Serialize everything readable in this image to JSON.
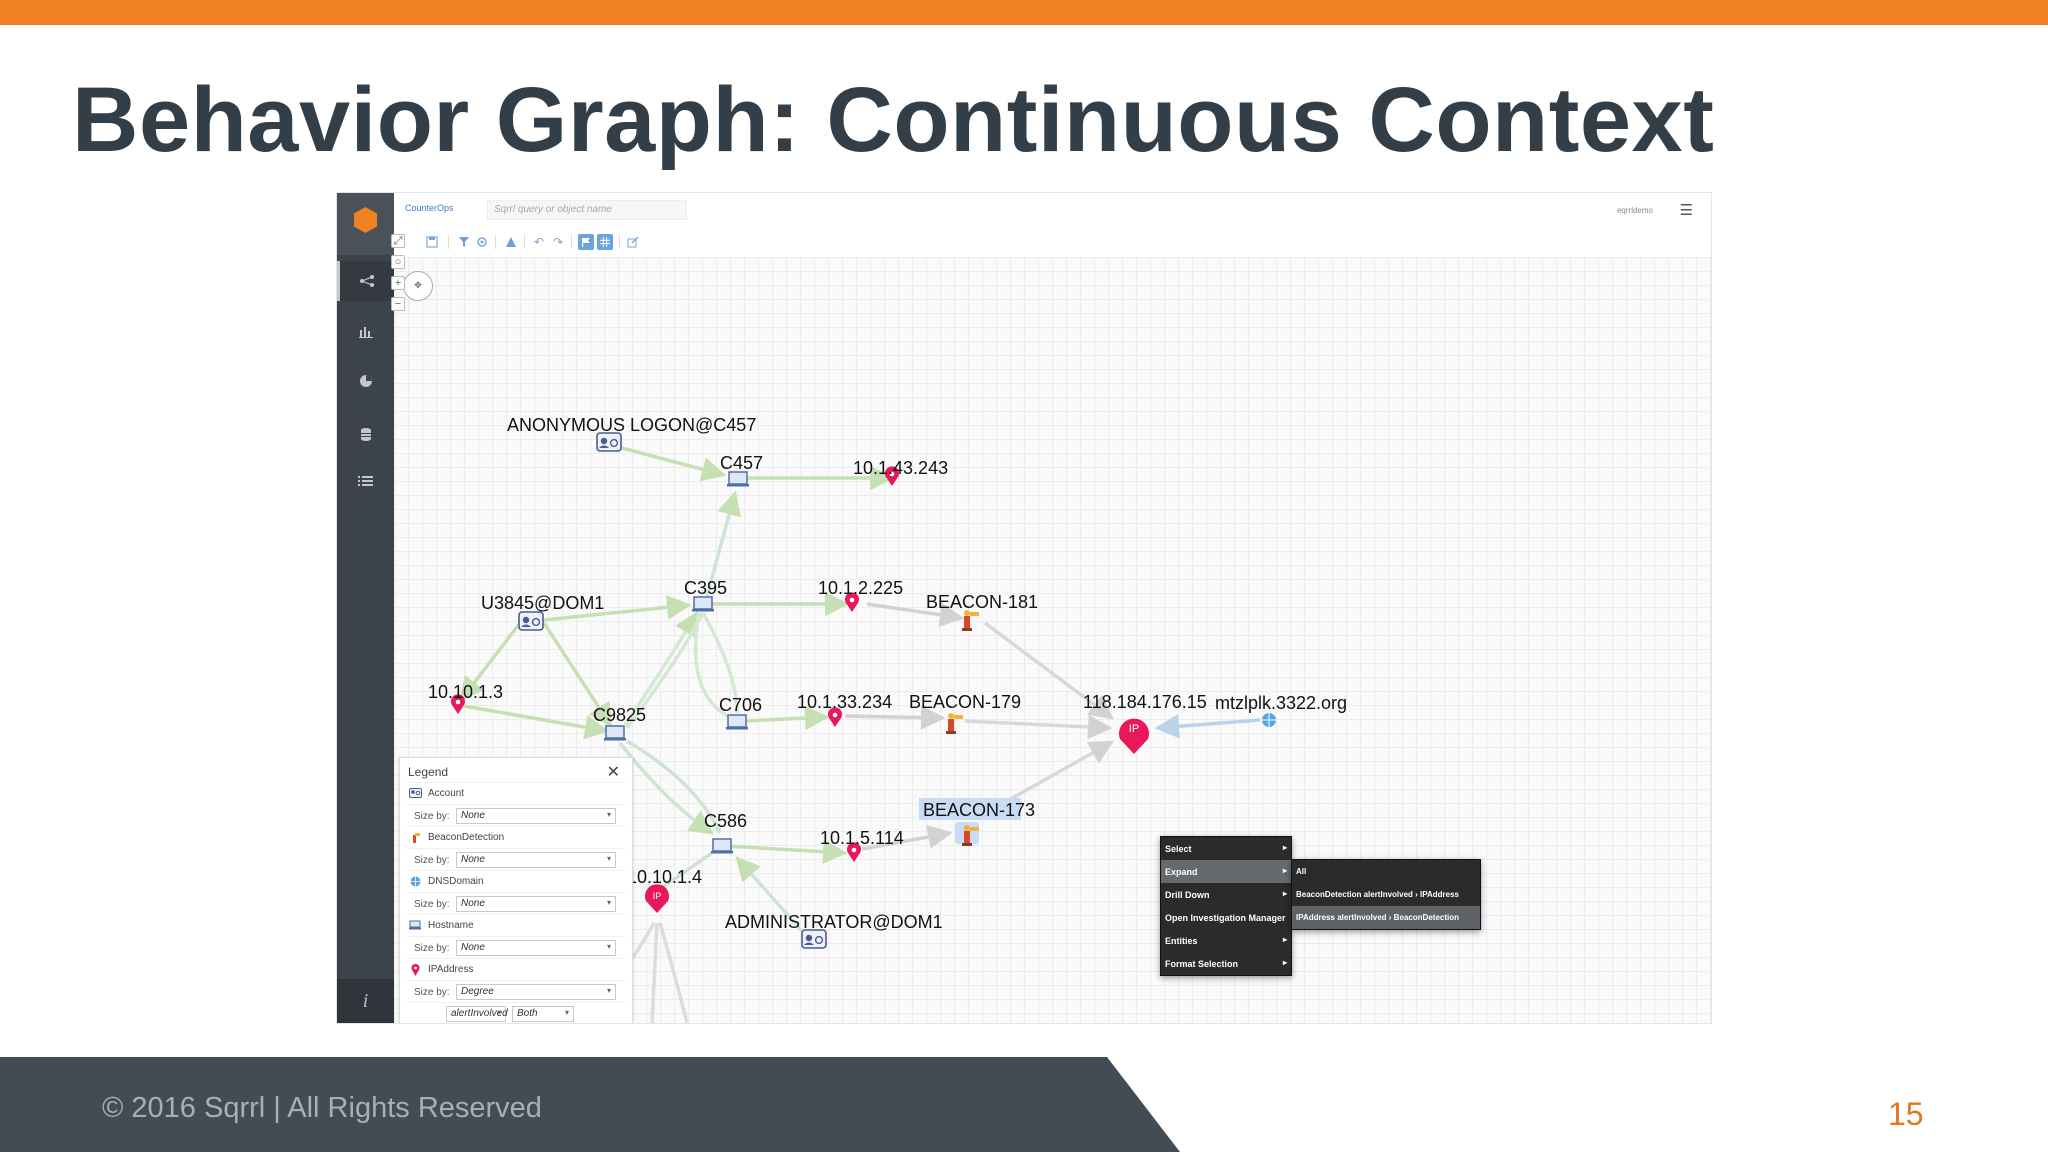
{
  "slide": {
    "title": "Behavior Graph: Continuous Context",
    "footer": "© 2016 Sqrrl  |  All Rights Reserved",
    "page_number": "15",
    "accent_color": "#f08122",
    "footer_color": "#434c55"
  },
  "app": {
    "brand": "CounterOps",
    "search_placeholder": "Sqrrl query or object name",
    "username": "eqrrldemo",
    "sidebar_items": [
      "graph-icon",
      "bar-chart-icon",
      "pie-chart-icon",
      "database-icon",
      "list-icon"
    ],
    "toolbar_icons": [
      "save-icon",
      "filter-icon",
      "settings-icon",
      "warning-icon",
      "undo-icon",
      "redo-icon",
      "flag-icon",
      "grid-icon",
      "edit-icon"
    ],
    "nodes": {
      "anonymous_logon": "ANONYMOUS LOGON@C457",
      "c457": "C457",
      "ip_10_1_43_243": "10.1.43.243",
      "c395": "C395",
      "ip_10_1_2_225": "10.1.2.225",
      "beacon_181": "BEACON-181",
      "u3845": "U3845@DOM1",
      "ip_10_10_1_3": "10.10.1.3",
      "c9825": "C9825",
      "c706": "C706",
      "ip_10_1_33_234": "10.1.33.234",
      "beacon_179": "BEACON-179",
      "ip_118": "118.184.176.15",
      "domain": "mtzlplk.3322.org",
      "beacon_173": "BEACON-173",
      "c586": "C586",
      "ip_10_1_5_114": "10.1.5.114",
      "ip_10_10_1_4": "10.10.1.4",
      "administrator": "ADMINISTRATOR@DOM1",
      "ip_badge": "IP"
    },
    "legend": {
      "title": "Legend",
      "size_by_label": "Size by:",
      "items": [
        {
          "name": "Account",
          "size_by": "None",
          "icon": "account-icon"
        },
        {
          "name": "BeaconDetection",
          "size_by": "None",
          "icon": "beacon-icon"
        },
        {
          "name": "DNSDomain",
          "size_by": "None",
          "icon": "globe-icon"
        },
        {
          "name": "Hostname",
          "size_by": "None",
          "icon": "monitor-icon"
        },
        {
          "name": "IPAddress",
          "size_by": "Degree",
          "icon": "pin-icon"
        }
      ],
      "partial_row": [
        "alertInvolved",
        "Both"
      ]
    },
    "context_menu": [
      {
        "label": "Select",
        "highlighted": false
      },
      {
        "label": "Expand",
        "highlighted": true
      },
      {
        "label": "Drill Down",
        "highlighted": false
      },
      {
        "label": "Open Investigation Manager",
        "highlighted": false
      },
      {
        "label": "Entities",
        "highlighted": false
      },
      {
        "label": "Format Selection",
        "highlighted": false
      }
    ],
    "submenu": [
      {
        "label": "All",
        "highlighted": false
      },
      {
        "label": "BeaconDetection alertInvolved › IPAddress",
        "highlighted": false
      },
      {
        "label": "IPAddress alertInvolved › BeaconDetection",
        "highlighted": true
      }
    ]
  }
}
